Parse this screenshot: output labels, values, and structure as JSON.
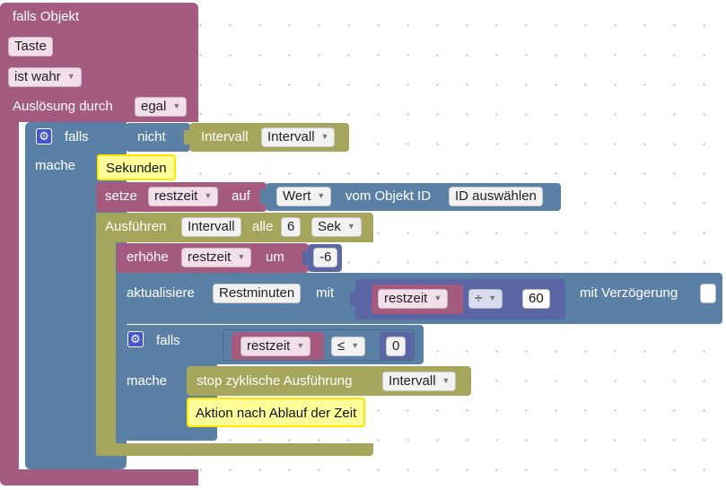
{
  "trigger": {
    "title": "falls Objekt",
    "object": "Taste",
    "condition": "ist wahr",
    "trigger_label": "Auslösung durch",
    "trigger_value": "egal"
  },
  "if1": {
    "if_label": "falls",
    "not_label": "nicht",
    "interval_label": "Intervall",
    "interval_var": "Intervall",
    "do_label": "mache"
  },
  "comment1": "Sekunden",
  "set_block": {
    "label": "setze",
    "var": "restzeit",
    "on": "auf",
    "value_type": "Wert",
    "from_object": "vom Objekt ID",
    "object_id": "ID auswählen"
  },
  "exec_block": {
    "label": "Ausführen",
    "var": "Intervall",
    "every": "alle",
    "count": "6",
    "unit": "Sek"
  },
  "increment": {
    "label": "erhöhe",
    "var": "restzeit",
    "by": "um",
    "value": "-6"
  },
  "update": {
    "label": "aktualisiere",
    "target": "Restminuten",
    "with": "mit",
    "var": "restzeit",
    "operator": "÷",
    "operand": "60",
    "delay_label": "mit Verzögerung"
  },
  "if2": {
    "if_label": "falls",
    "var": "restzeit",
    "operator": "≤",
    "value": "0",
    "do_label": "mache"
  },
  "stop_block": {
    "label": "stop zyklische Ausführung",
    "var": "Intervall"
  },
  "comment2": "Aktion nach Ablauf der Zeit",
  "colors": {
    "trigger": "#a55b80",
    "control": "#5b80a5",
    "timer": "#a5a55b",
    "variable": "#a55b80",
    "math": "#5b67a5",
    "comment_bg": "#ffff99",
    "comment_border": "#ffe800"
  }
}
